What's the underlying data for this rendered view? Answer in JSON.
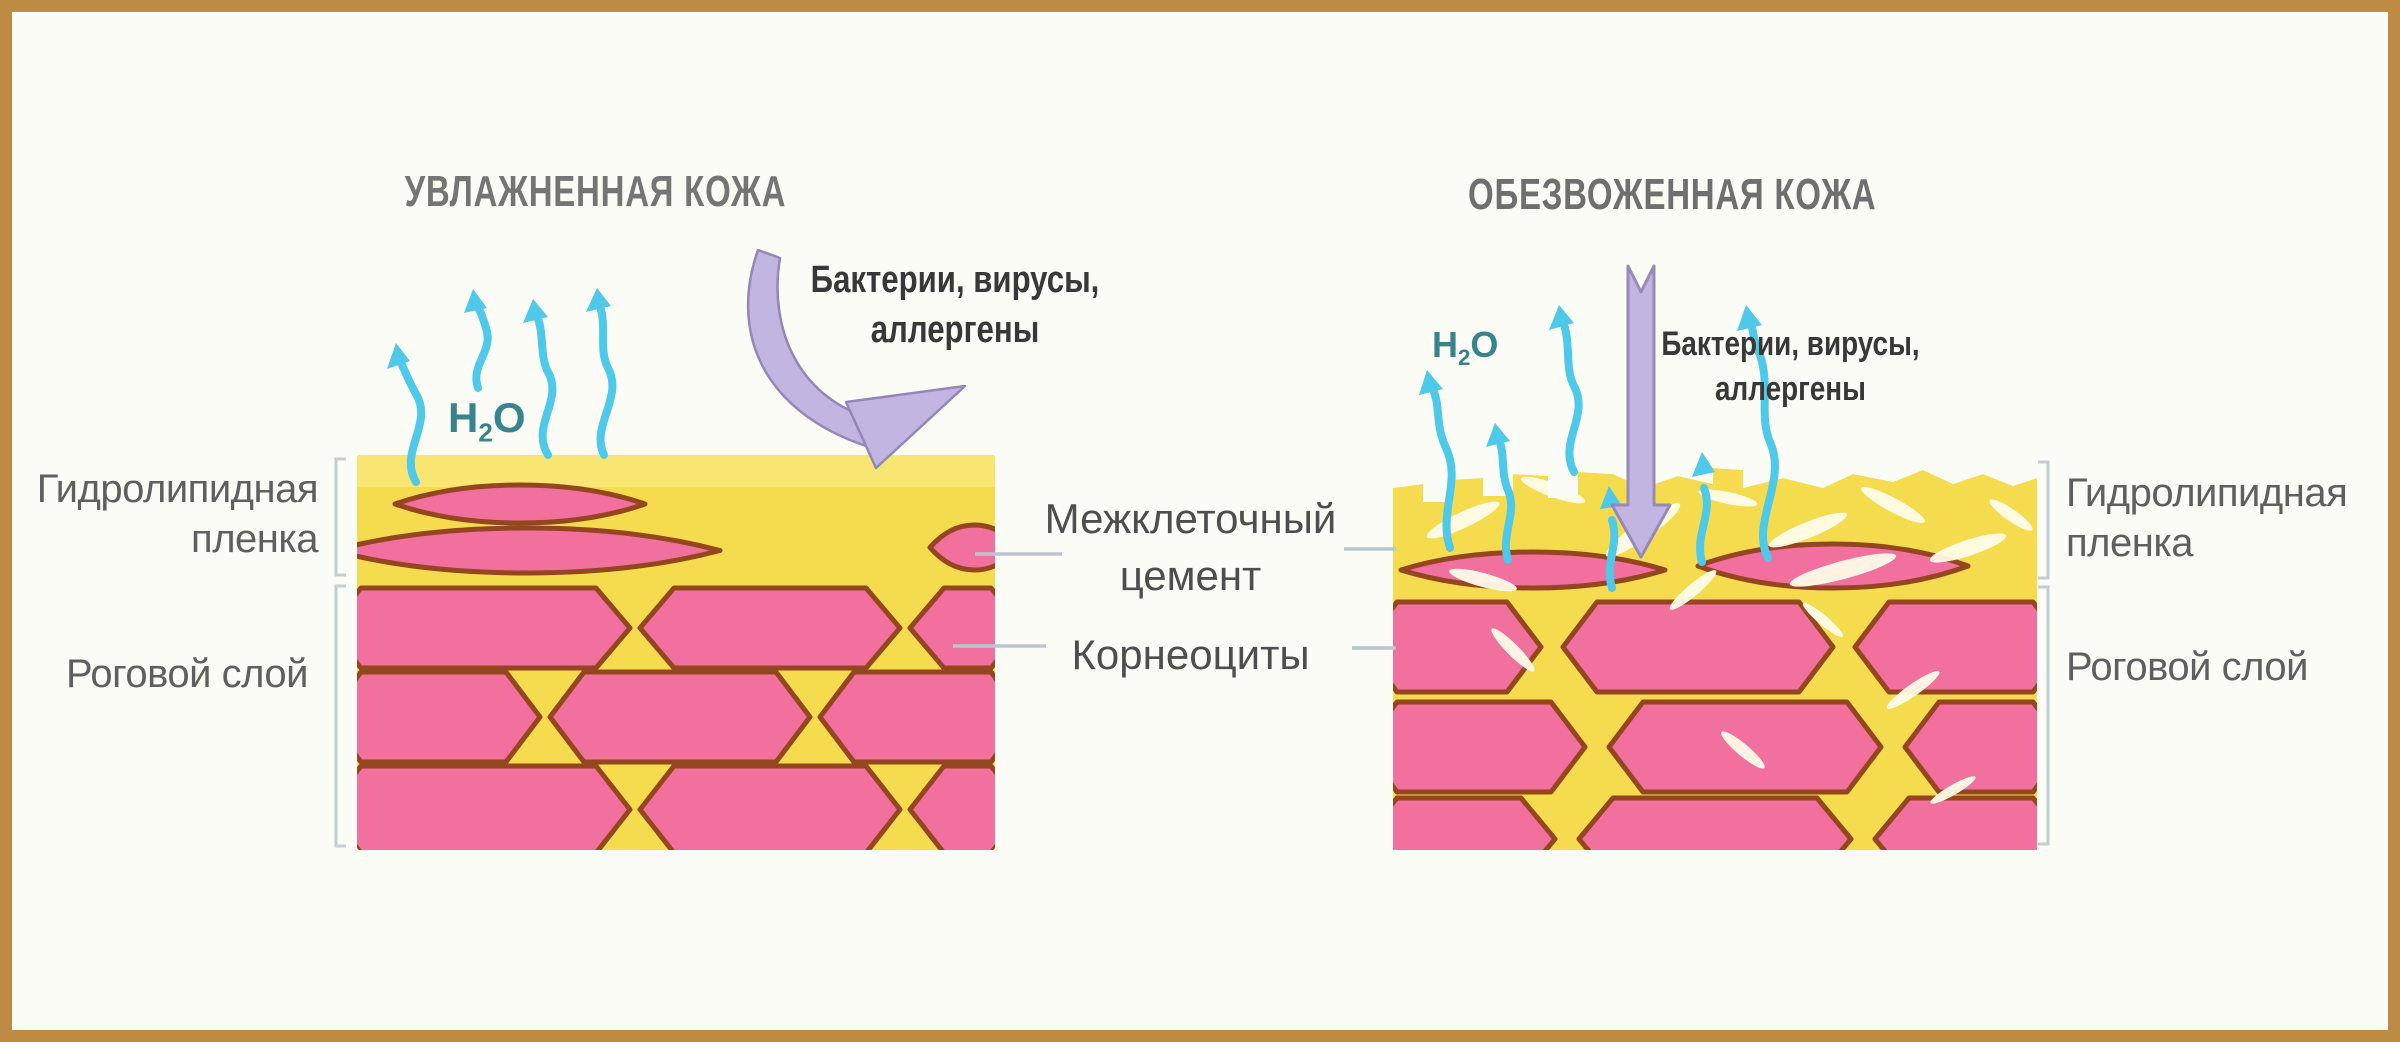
{
  "left_panel": {
    "title": "УВЛАЖНЕННАЯ КОЖА",
    "h2o": {
      "h": "H",
      "two": "2",
      "o": "O"
    },
    "threat_line1": "Бактерии, вирусы,",
    "threat_line2": "аллергены",
    "hydrolipid_line1": "Гидролипидная",
    "hydrolipid_line2": "пленка",
    "horny_label": "Роговой слой"
  },
  "right_panel": {
    "title": "ОБЕЗВОЖЕННАЯ КОЖА",
    "h2o": {
      "h": "H",
      "two": "2",
      "o": "O"
    },
    "threat_line1": "Бактерии, вирусы,",
    "threat_line2": "аллергены",
    "hydrolipid_line1": "Гидролипидная",
    "hydrolipid_line2": "пленка",
    "horny_label": "Роговой слой"
  },
  "center": {
    "cement_line1": "Межклеточный",
    "cement_line2": "цемент",
    "corneocytes": "Корнеоциты"
  },
  "colors": {
    "frame_border": "#BE8B45",
    "background": "#FCFCF7",
    "cement_yellow": "#F5DC4F",
    "film_light_yellow": "#F9E878",
    "corneocyte_pink": "#F2709E",
    "cell_outline": "#94461E",
    "water_arrow_cyan": "#4EC9E9",
    "h2o_teal": "#37848E",
    "pathogen_arrow_purple": "#C2B5E2",
    "pathogen_arrow_outline": "#9387B8",
    "bracket_gray": "#C6CDD2",
    "title_gray": "#757575",
    "label_gray": "#5F5F5F",
    "crack_white": "#FFFBE8"
  }
}
